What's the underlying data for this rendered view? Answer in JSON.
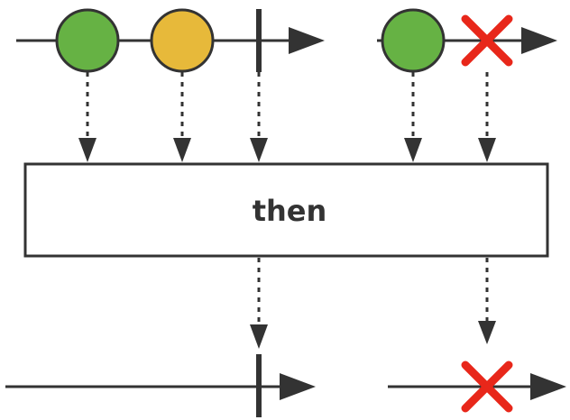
{
  "operator": {
    "label": "then"
  },
  "colors": {
    "line": "#333333",
    "box_fill": "#ffffff",
    "green_marble": "#66b244",
    "yellow_marble": "#e7b93a",
    "error": "#e8271a"
  },
  "input_streams": [
    {
      "events": [
        {
          "kind": "value",
          "color": "green",
          "icon": "circle"
        },
        {
          "kind": "value",
          "color": "yellow",
          "icon": "circle"
        },
        {
          "kind": "complete",
          "icon": "vertical-bar"
        }
      ]
    },
    {
      "events": [
        {
          "kind": "value",
          "color": "green",
          "icon": "circle"
        },
        {
          "kind": "error",
          "icon": "x-mark"
        }
      ]
    }
  ],
  "output_streams": [
    {
      "events": [
        {
          "kind": "complete",
          "icon": "vertical-bar"
        }
      ]
    },
    {
      "events": [
        {
          "kind": "error",
          "icon": "x-mark"
        }
      ]
    }
  ]
}
